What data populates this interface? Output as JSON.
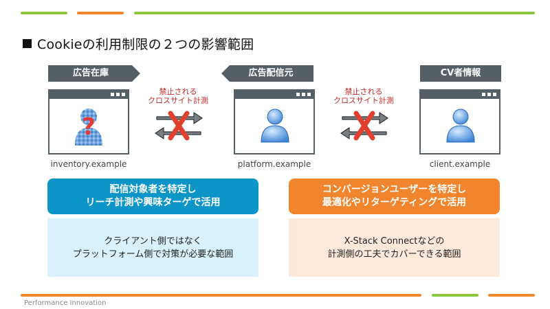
{
  "colors": {
    "green": "#8dc63f",
    "orange": "#f0852d",
    "blue": "#0e95c8",
    "light_blue": "#d8f1fb",
    "light_orange": "#fde9d9",
    "gray": "#555f66",
    "red": "#d32f2f"
  },
  "title": "Cookieの利用制限の２つの影響範囲",
  "nodes": [
    {
      "label": "広告在庫",
      "domain": "inventory.example",
      "icon": "unknown-user-icon"
    },
    {
      "label": "広告配信元",
      "domain": "platform.example",
      "icon": "user-icon"
    },
    {
      "label": "CV者情報",
      "domain": "client.example",
      "icon": "user-icon"
    }
  ],
  "prohibited": {
    "line1": "禁止される",
    "line2": "クロスサイト計測"
  },
  "left_box": {
    "head_line1": "配信対象者を特定し",
    "head_line2": "リーチ計測や興味ターゲで活用",
    "body_line1": "クライアント側ではなく",
    "body_line2": "プラットフォーム側で対策が必要な範囲"
  },
  "right_box": {
    "head_line1": "コンバージョンユーザーを特定し",
    "head_line2": "最適化やリターゲティングで活用",
    "body_line1": "X-Stack Connectなどの",
    "body_line2": "計測側の工夫でカバーできる範囲"
  },
  "footer": "Performance Innovation"
}
